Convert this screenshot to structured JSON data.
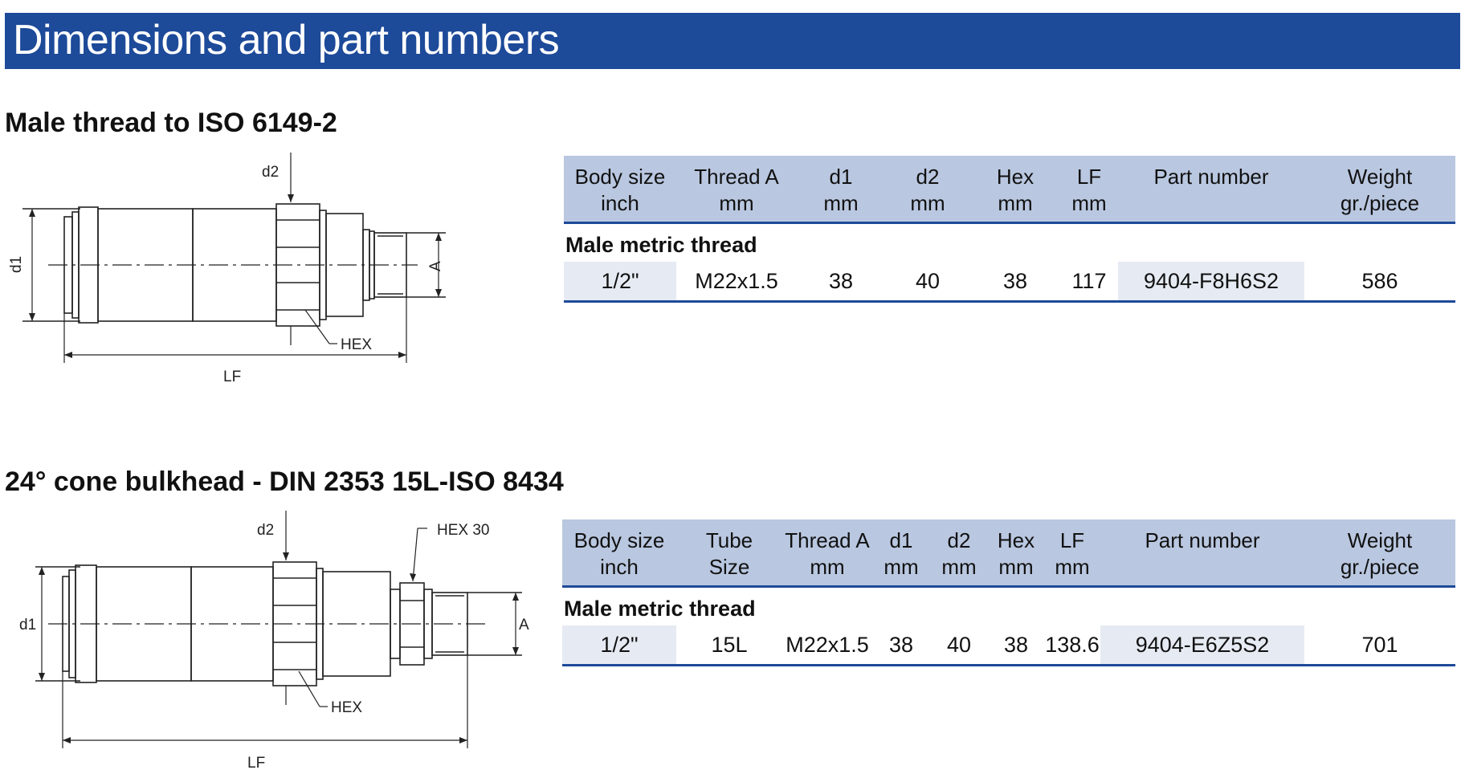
{
  "page": {
    "banner_title": "Dimensions and part numbers"
  },
  "section1": {
    "title": "Male thread to ISO 6149-2",
    "drawing_labels": {
      "d2": "d2",
      "d1": "d1",
      "a": "A",
      "hex": "HEX",
      "lf": "LF"
    },
    "table": {
      "headers": [
        [
          "Body size",
          "inch"
        ],
        [
          "Thread A",
          "mm"
        ],
        [
          "d1",
          "mm"
        ],
        [
          "d2",
          "mm"
        ],
        [
          "Hex",
          "mm"
        ],
        [
          "LF",
          "mm"
        ],
        [
          "Part number",
          ""
        ],
        [
          "Weight",
          "gr./piece"
        ]
      ],
      "group_label": "Male metric thread",
      "row": [
        "1/2\"",
        "M22x1.5",
        "38",
        "40",
        "38",
        "117",
        "9404-F8H6S2",
        "586"
      ]
    }
  },
  "section2": {
    "title": "24° cone bulkhead - DIN 2353 15L-ISO 8434",
    "drawing_labels": {
      "d2": "d2",
      "hex30": "HEX 30",
      "d1": "d1",
      "a": "A",
      "hex": "HEX",
      "lf": "LF"
    },
    "table": {
      "headers": [
        [
          "Body size",
          "inch"
        ],
        [
          "Tube",
          "Size"
        ],
        [
          "Thread A",
          "mm"
        ],
        [
          "d1",
          "mm"
        ],
        [
          "d2",
          "mm"
        ],
        [
          "Hex",
          "mm"
        ],
        [
          "LF",
          "mm"
        ],
        [
          "Part number",
          ""
        ],
        [
          "Weight",
          "gr./piece"
        ]
      ],
      "group_label": "Male metric thread",
      "row": [
        "1/2\"",
        "15L",
        "M22x1.5",
        "38",
        "40",
        "38",
        "138.6",
        "9404-E6Z5S2",
        "701"
      ]
    }
  },
  "colors": {
    "brand_blue": "#1d4a99",
    "header_fill": "#b9c7e0",
    "cell_shade": "#e6ebf3"
  }
}
